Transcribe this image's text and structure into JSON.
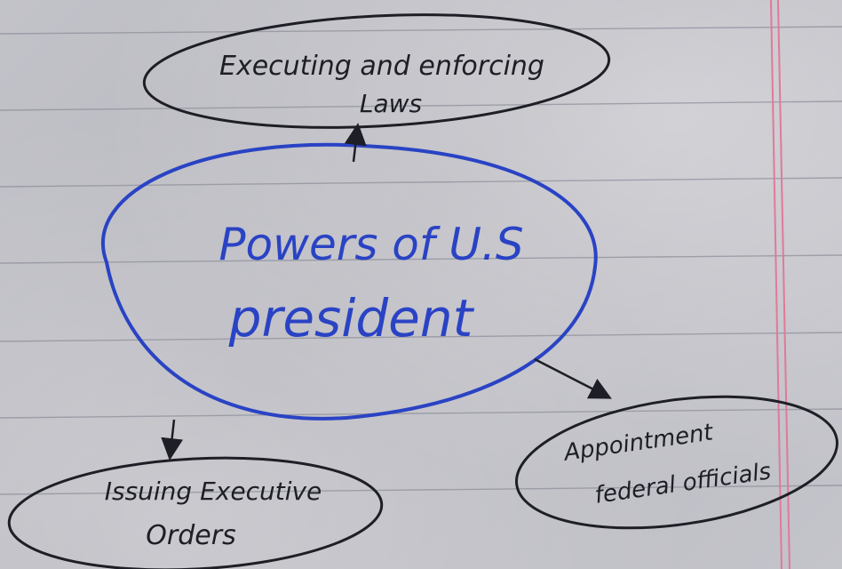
{
  "colors": {
    "ink_black": "#1e1e26",
    "ink_blue": "#2a43c4",
    "margin_line": "#e07a98",
    "rule_line": "#8f909c"
  },
  "diagram": {
    "center": {
      "line1": "Powers of U.S",
      "line2": "president"
    },
    "nodes": [
      {
        "id": "top",
        "line1": "Executing and enforcing",
        "line2": "Laws"
      },
      {
        "id": "bottom-left",
        "line1": "Issuing Executive",
        "line2": "Orders"
      },
      {
        "id": "bottom-right",
        "line1": "Appointment",
        "line2": "federal officials"
      }
    ]
  }
}
